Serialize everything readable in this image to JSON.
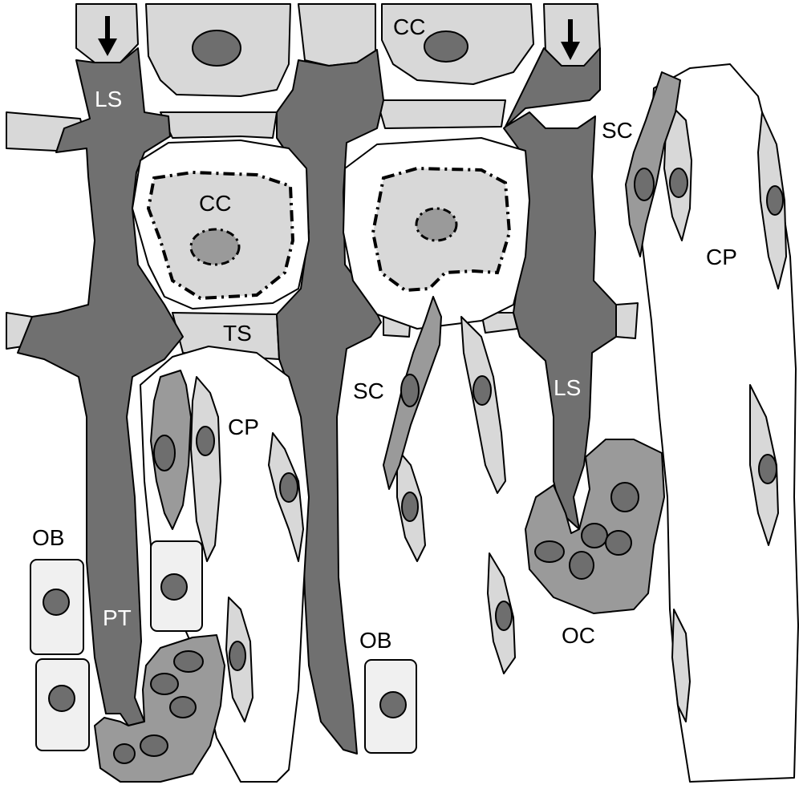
{
  "colors": {
    "dark": "#707070",
    "medium": "#9a9a9a",
    "light": "#d8d8d8",
    "pale": "#f0f0f0",
    "nucleus": "#6e6e6e",
    "outline": "#000000",
    "background": "#ffffff"
  },
  "labels": {
    "ls_top": "LS",
    "ls_right": "LS",
    "cc_top": "CC",
    "cc_mid": "CC",
    "ts": "TS",
    "sc_right": "SC",
    "sc_mid": "SC",
    "cp_left": "CP",
    "cp_right": "CP",
    "ob_left": "OB",
    "ob_mid": "OB",
    "pt": "PT",
    "oc": "OC"
  },
  "icons": [
    "down-arrow-icon",
    "down-arrow-icon"
  ]
}
